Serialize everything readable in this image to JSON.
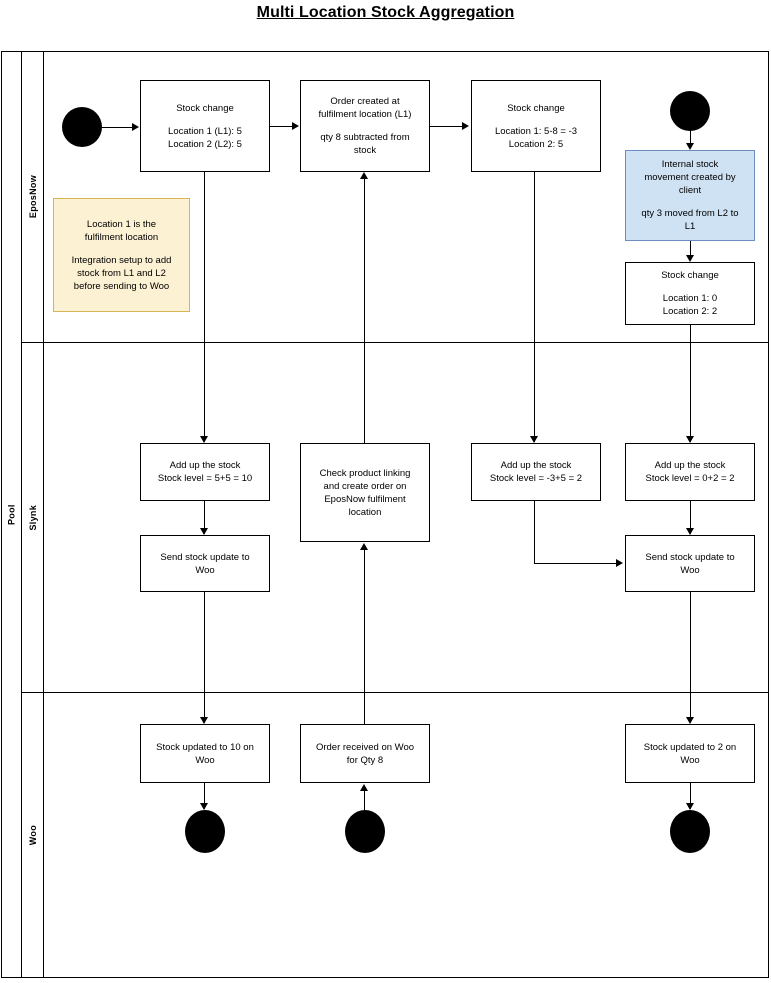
{
  "title": "Multi Location Stock Aggregation",
  "pool": {
    "label": "Pool",
    "lanes": [
      {
        "id": "eposnow",
        "label": "EposNow"
      },
      {
        "id": "slynk",
        "label": "Slynk"
      },
      {
        "id": "woo",
        "label": "Woo"
      }
    ]
  },
  "colors": {
    "note_fill": "#fcf1d3",
    "note_stroke": "#d6b656",
    "highlight_fill": "#cfe2f3",
    "highlight_stroke": "#6c8ebf",
    "line": "#000000",
    "node_fill": "#ffffff"
  },
  "nodes": {
    "epos_stock_change_1": {
      "line1": "Stock change",
      "line2": "Location 1 (L1): 5",
      "line3": "Location 2 (L2): 5"
    },
    "epos_order_created": {
      "line1": "Order created at",
      "line2": "fulfilment location (L1)",
      "line3": "qty 8 subtracted from",
      "line4": "stock"
    },
    "epos_stock_change_2": {
      "line1": "Stock change",
      "line2": "Location 1: 5-8 = -3",
      "line3": "Location 2: 5"
    },
    "epos_internal_movement": {
      "line1": "Internal stock",
      "line2": "movement created by",
      "line3": "client",
      "line4": "qty 3 moved from L2 to",
      "line5": "L1"
    },
    "epos_stock_change_3": {
      "line1": "Stock change",
      "line2": "Location 1: 0",
      "line3": "Location 2: 2"
    },
    "epos_note": {
      "line1": "Location 1 is the",
      "line2": "fulfilment location",
      "line3": "Integration setup to add",
      "line4": "stock from L1 and L2",
      "line5": "before sending to Woo"
    },
    "slynk_add_up_1": {
      "line1": "Add up the stock",
      "line2": "Stock level = 5+5 = 10"
    },
    "slynk_send_update_1": {
      "line1": "Send stock update to",
      "line2": "Woo"
    },
    "slynk_check_linking": {
      "line1": "Check product linking",
      "line2": "and create order on",
      "line3": "EposNow fulfilment",
      "line4": "location"
    },
    "slynk_add_up_2": {
      "line1": "Add up the stock",
      "line2": "Stock level = -3+5 = 2"
    },
    "slynk_add_up_3": {
      "line1": "Add up the stock",
      "line2": "Stock level = 0+2 = 2"
    },
    "slynk_send_update_2": {
      "line1": "Send stock update to",
      "line2": "Woo"
    },
    "woo_stock_updated_10": {
      "line1": "Stock updated to 10 on",
      "line2": "Woo"
    },
    "woo_order_received": {
      "line1": "Order received on Woo",
      "line2": "for Qty 8"
    },
    "woo_stock_updated_2": {
      "line1": "Stock updated to 2 on",
      "line2": "Woo"
    }
  },
  "terminators": [
    {
      "id": "start-eposnow",
      "kind": "start-event"
    },
    {
      "id": "start-internal-movement",
      "kind": "start-event"
    },
    {
      "id": "end-woo-stock-10",
      "kind": "end-event"
    },
    {
      "id": "end-woo-order",
      "kind": "end-event"
    },
    {
      "id": "end-woo-stock-2",
      "kind": "end-event"
    }
  ]
}
